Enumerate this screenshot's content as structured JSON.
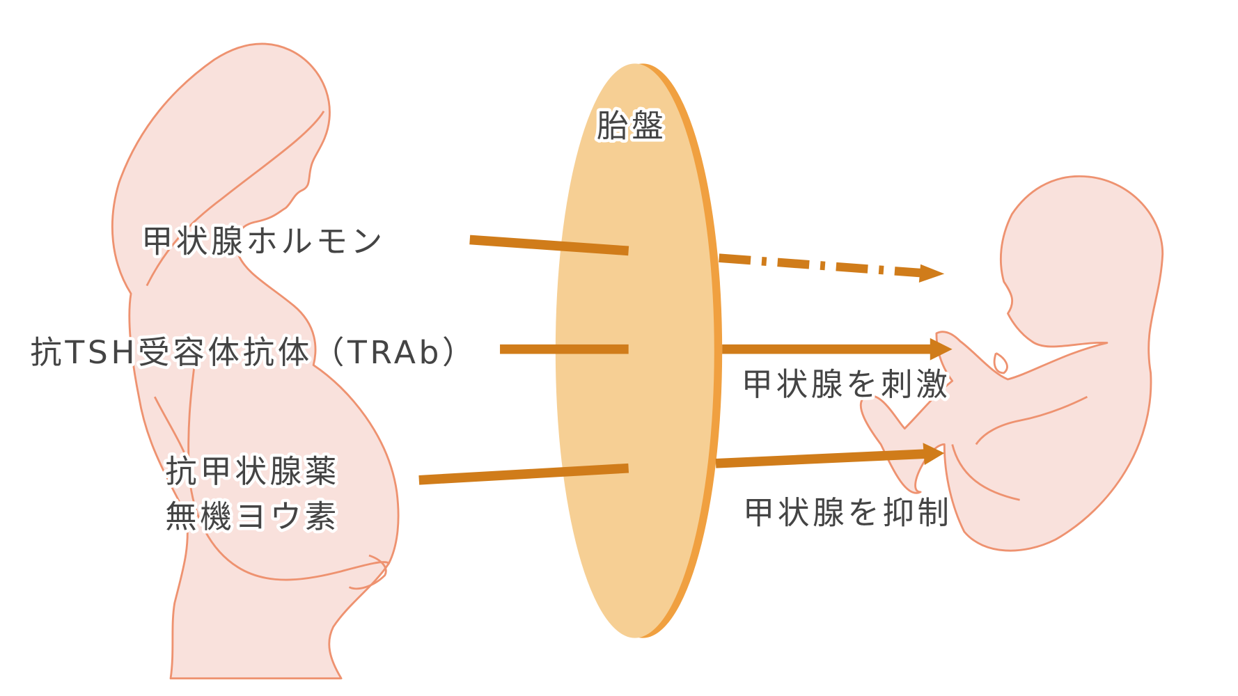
{
  "placenta_label": "胎盤",
  "inputs": {
    "thyroid_hormone": "甲状腺ホルモン",
    "trab": "抗TSH受容体抗体（TRAb）",
    "antithyroid_line1": "抗甲状腺薬",
    "antithyroid_line2": "無機ヨウ素"
  },
  "effects": {
    "stimulate": "甲状腺を刺激",
    "suppress": "甲状腺を抑制"
  },
  "colors": {
    "arrow": "#d07c1a",
    "placenta": "#f6cf94",
    "placenta_edge": "#f0a040",
    "skin": "#f9e1dc",
    "outline": "#ee9270"
  }
}
